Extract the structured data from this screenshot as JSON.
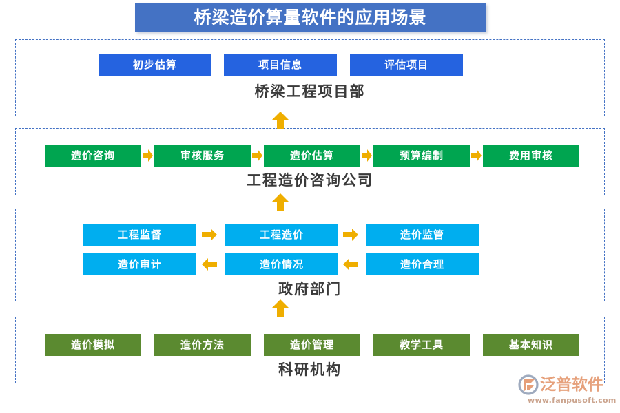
{
  "header": {
    "title": "桥梁造价算量软件的应用场景",
    "banner_color": "#4472C4",
    "title_color": "#FFFFFF"
  },
  "panel_border_color": "#4472C4",
  "arrow_color": "#EFAE00",
  "sections": [
    {
      "id": "bridge-project-dept",
      "caption": "桥梁工程项目部",
      "node_color": "#2563E0",
      "rows": [
        {
          "direction": "none",
          "nodes": [
            {
              "label": "初步估算"
            },
            {
              "label": "项目信息"
            },
            {
              "label": "评估项目"
            }
          ]
        }
      ]
    },
    {
      "id": "cost-consulting-company",
      "caption": "工程造价咨询公司",
      "node_color": "#00A550",
      "rows": [
        {
          "direction": "right",
          "nodes": [
            {
              "label": "造价咨询"
            },
            {
              "label": "审核服务"
            },
            {
              "label": "造价估算"
            },
            {
              "label": "预算编制"
            },
            {
              "label": "费用审核"
            }
          ]
        }
      ]
    },
    {
      "id": "government-department",
      "caption": "政府部门",
      "node_color": "#00AEEF",
      "rows": [
        {
          "direction": "right",
          "nodes": [
            {
              "label": "工程监督"
            },
            {
              "label": "工程造价"
            },
            {
              "label": "造价监管"
            }
          ]
        },
        {
          "direction": "left",
          "nodes": [
            {
              "label": "造价审计"
            },
            {
              "label": "造价情况"
            },
            {
              "label": "造价合理"
            }
          ]
        }
      ]
    },
    {
      "id": "research-institution",
      "caption": "科研机构",
      "node_color": "#5B8A30",
      "rows": [
        {
          "direction": "none",
          "nodes": [
            {
              "label": "造价模拟"
            },
            {
              "label": "造价方法"
            },
            {
              "label": "造价管理"
            },
            {
              "label": "教学工具"
            },
            {
              "label": "基本知识"
            }
          ]
        }
      ]
    }
  ],
  "flow_arrows": [
    {
      "name": "arrow-up-research-to-government",
      "direction": "up"
    },
    {
      "name": "arrow-up-government-to-consulting",
      "direction": "up"
    },
    {
      "name": "arrow-up-consulting-to-project",
      "direction": "up"
    }
  ],
  "logo": {
    "brand": "泛普软件",
    "url": "www.fanpusoft.com",
    "brand_color": "#E3956A"
  }
}
